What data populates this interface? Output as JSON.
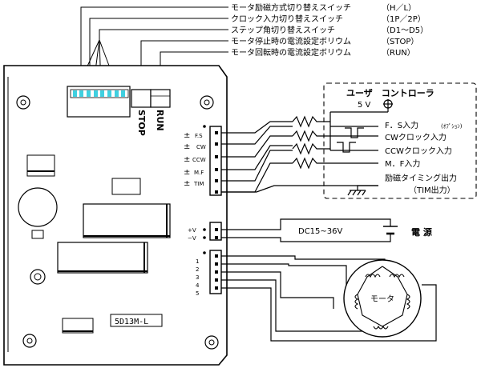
{
  "switch_labels": [
    {
      "text": "モータ励磁方式切り替えスイッチ",
      "code": "（H／L）"
    },
    {
      "text": "クロック入力切り替えスイッチ",
      "code": "（1P／2P）"
    },
    {
      "text": "ステップ角切り替えスイッチ",
      "code": "（D1～D5）"
    },
    {
      "text": "モータ停止時の電流設定ボリウム",
      "code": "（STOP）"
    },
    {
      "text": "モータ回転時の電流設定ボリウム",
      "code": "（RUN）"
    }
  ],
  "board": {
    "stop_label": "STOP",
    "run_label": "RUN",
    "model": "5D13M-L",
    "signal_pins": [
      "F.S",
      "CW",
      "CCW",
      "M.F",
      "TIM"
    ],
    "pm_signs": [
      "±",
      "±",
      "±",
      "±",
      "±"
    ],
    "power_pins": [
      "+V",
      "−V"
    ],
    "motor_pins": [
      "1",
      "2",
      "3",
      "4",
      "5"
    ]
  },
  "controller": {
    "title": "ユーザ　コントローラ",
    "supply": "5 V",
    "signals": [
      "F．S入力",
      "CWクロック入力",
      "CCWクロック入力",
      "M．F入力",
      "励磁タイミング出力"
    ],
    "fs_note": "(ｵﾌﾟｼｮﾝ)",
    "tim_note": "（TIM出力）"
  },
  "power": {
    "voltage": "DC15~36V",
    "label": "電 源"
  },
  "motor": {
    "label": "モータ"
  }
}
